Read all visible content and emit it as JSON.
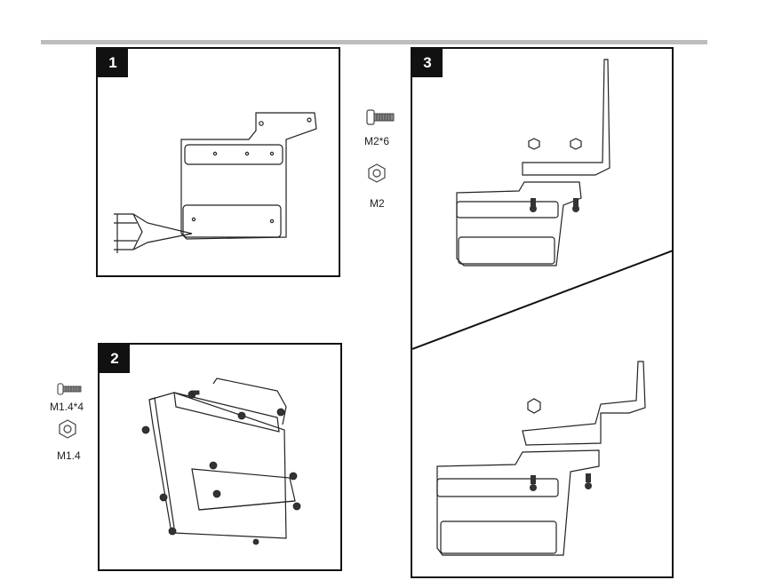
{
  "steps": [
    {
      "number": "1"
    },
    {
      "number": "2"
    },
    {
      "number": "3"
    }
  ],
  "parts": {
    "screw_m2": {
      "label": "M2*6",
      "icon": "screw-icon"
    },
    "nut_m2": {
      "label": "M2",
      "icon": "hex-nut-icon"
    },
    "screw_m14": {
      "label": "M1.4*4",
      "icon": "screw-icon"
    },
    "nut_m14": {
      "label": "M1.4",
      "icon": "hex-nut-icon"
    }
  },
  "colors": {
    "line": "#222222",
    "badge": "#111111",
    "rule": "#bdbdbd"
  }
}
